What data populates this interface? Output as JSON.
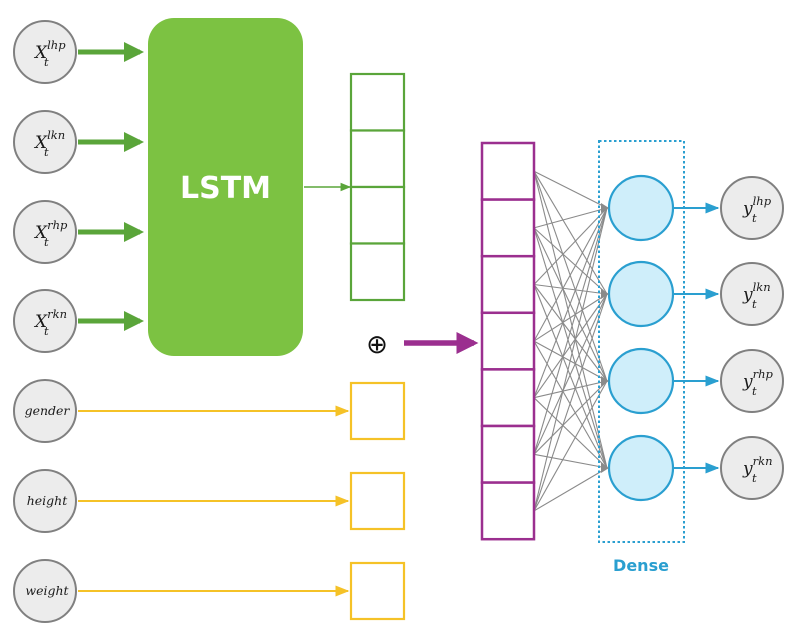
{
  "colors": {
    "lstm_fill": "#7cc242",
    "lstm_arrow": "#5aa53a",
    "static_feature": "#f5c227",
    "concat_vector": "#9b2f8f",
    "dense_neuron_fill": "#cfeefa",
    "dense_neuron_stroke": "#2a9fd0",
    "connection_line": "#8a8a8a",
    "input_circle_fill": "#ececec",
    "input_circle_stroke": "#808080"
  },
  "inputs": [
    {
      "main": "X",
      "sup": "lhp",
      "sub": "t"
    },
    {
      "main": "X",
      "sup": "lkn",
      "sub": "t"
    },
    {
      "main": "X",
      "sup": "rhp",
      "sub": "t"
    },
    {
      "main": "X",
      "sup": "rkn",
      "sub": "t"
    }
  ],
  "static_features": [
    {
      "label": "gender"
    },
    {
      "label": "height"
    },
    {
      "label": "weight"
    }
  ],
  "lstm_label": "LSTM",
  "lstm_output_cells": 4,
  "concat_symbol": "⊕",
  "concat_vector_cells": 7,
  "dense_label": "Dense",
  "dense_neurons": 4,
  "outputs": [
    {
      "main": "y",
      "sup": "lhp",
      "sub": "t"
    },
    {
      "main": "y",
      "sup": "lkn",
      "sub": "t"
    },
    {
      "main": "y",
      "sup": "rhp",
      "sub": "t"
    },
    {
      "main": "y",
      "sup": "rkn",
      "sub": "t"
    }
  ]
}
